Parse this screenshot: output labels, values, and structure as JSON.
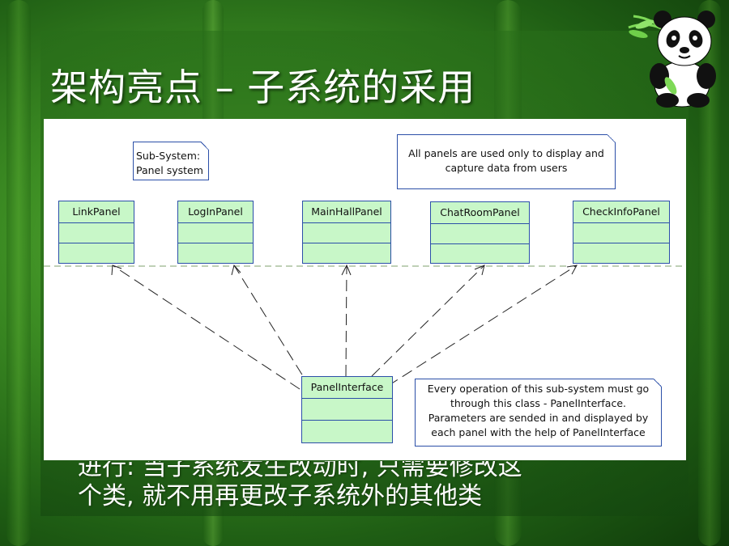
{
  "slide": {
    "title": "架构亮点 – 子系统的采用",
    "body_line1": "进行: 当子系统发生改动时, 只需要修改这",
    "body_line2": "个类, 就不用再更改子系统外的其他类"
  },
  "diagram": {
    "note_subsystem": [
      "Sub-System:",
      "Panel system"
    ],
    "note_panels": [
      "All panels are used only to display and",
      "capture data from users"
    ],
    "note_interface": [
      "Every operation of this sub-system must go",
      "through this class - PanelInterface.",
      "Parameters are sended in and displayed by",
      "each panel with the help of PanelInterface"
    ],
    "classes": [
      "LinkPanel",
      "LogInPanel",
      "MainHallPanel",
      "ChatRoomPanel",
      "CheckInfoPanel"
    ],
    "interface_class": "PanelInterface"
  },
  "colors": {
    "class_fill": "#c8f7c8",
    "class_border": "#2b4fa8",
    "background_green": "#3e8f24"
  }
}
